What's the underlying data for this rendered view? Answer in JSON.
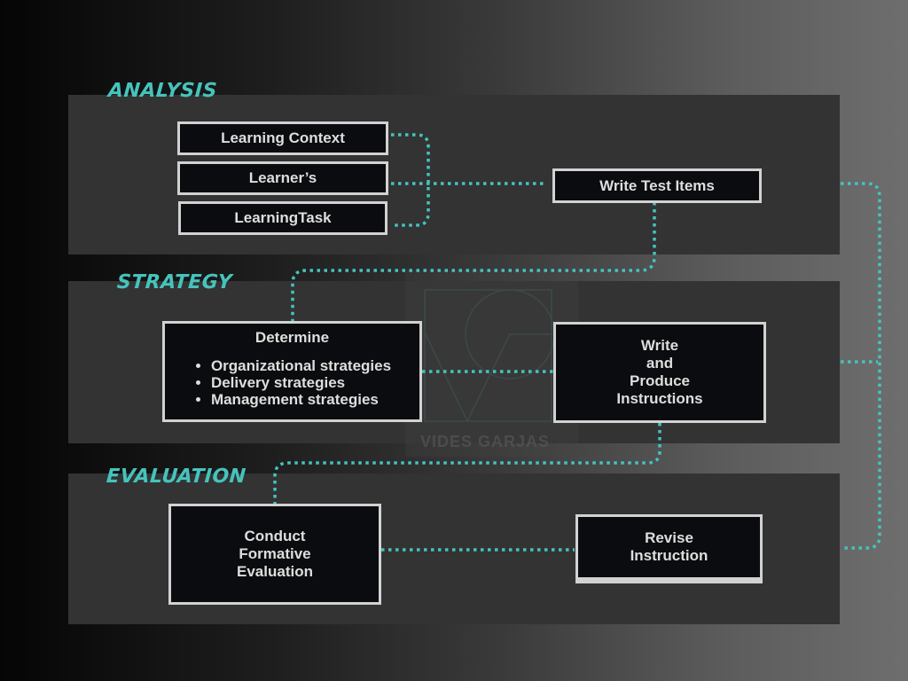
{
  "colors": {
    "accent": "#46c3bc",
    "band": "#333333",
    "box_fill": "#0b0c0f",
    "box_border": "#d2d2d2",
    "box_text": "#dedede"
  },
  "sections": {
    "analysis": {
      "title": "ANALYSIS",
      "boxes": [
        "Learning Context",
        "Learner’s",
        "LearningTask"
      ],
      "test_items": "Write Test Items"
    },
    "strategy": {
      "title": "STRATEGY",
      "determine": {
        "heading": "Determine",
        "items": [
          "Organizational strategies",
          "Delivery strategies",
          "Management strategies"
        ]
      },
      "produce": [
        "Write",
        "and",
        "Produce",
        "Instructions"
      ]
    },
    "evaluation": {
      "title": "EVALUATION",
      "formative": [
        "Conduct",
        "Formative",
        "Evaluation"
      ],
      "revise": [
        "Revise",
        "Instruction"
      ]
    }
  },
  "watermark": {
    "icon": "vg-monogram-icon",
    "text": "VIDES GARJAS"
  }
}
